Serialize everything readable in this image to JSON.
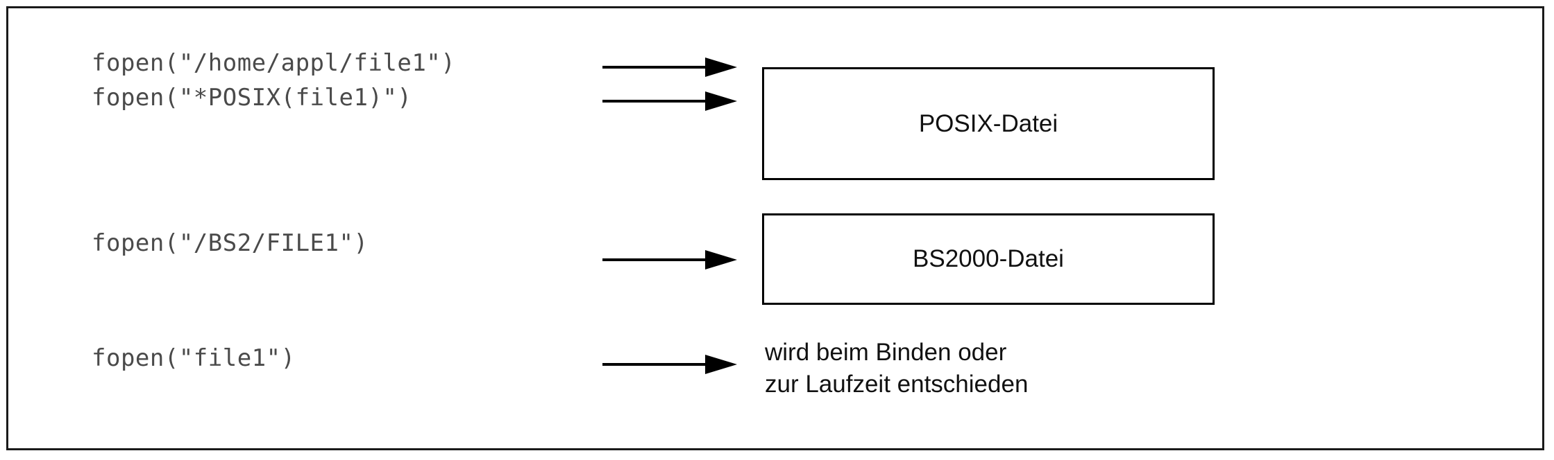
{
  "figure": {
    "frame_color": "#1a1a1a",
    "background": "#ffffff",
    "code_color": "#4a4a4a",
    "label_color": "#111111",
    "arrow_color": "#000000"
  },
  "calls": {
    "posix_absolute": "fopen(\"/home/appl/file1\")",
    "posix_star": "fopen(\"*POSIX(file1)\")",
    "bs2000": "fopen(\"/BS2/FILE1\")",
    "plain": "fopen(\"file1\")"
  },
  "boxes": {
    "posix": "POSIX-Datei",
    "bs2000": "BS2000-Datei"
  },
  "note": {
    "line1": "wird beim Binden oder",
    "line2": "zur Laufzeit entschieden"
  },
  "icons": {
    "arrow": "arrow-right-icon"
  }
}
